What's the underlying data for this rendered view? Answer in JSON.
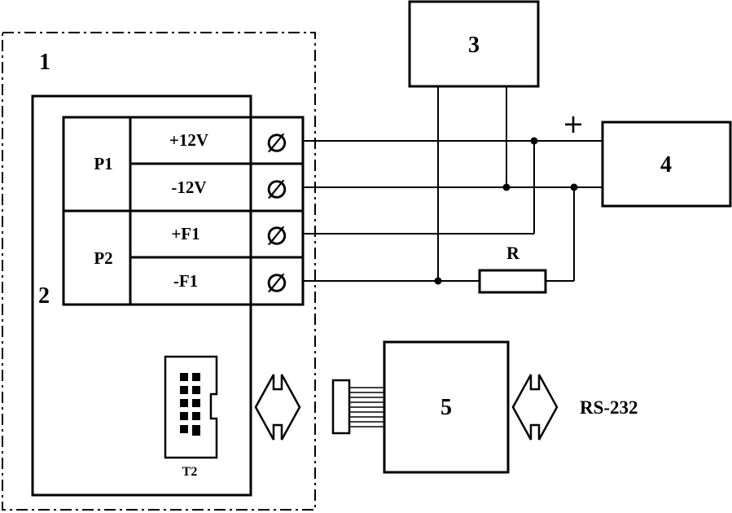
{
  "labels": {
    "outer_enclosure": "1",
    "controller": "2",
    "block_3": "3",
    "block_4": "4",
    "block_5": "5",
    "plus_sign": "+",
    "resistor": "R",
    "rs232": "RS-232",
    "connector": "T2"
  },
  "relays": [
    {
      "name": "P1",
      "terminals": [
        "+12V",
        "-12V"
      ]
    },
    {
      "name": "P2",
      "terminals": [
        "+F1",
        "-F1"
      ]
    }
  ],
  "terminal_symbol": "∅"
}
